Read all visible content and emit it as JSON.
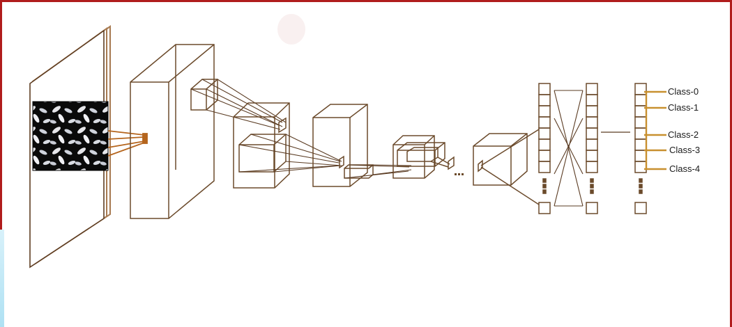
{
  "diagram": {
    "title": "",
    "stroke_color": "#6b4a2b",
    "output_line_color": "#c8902f",
    "kernel_color": "#b5651d",
    "class_labels": [
      "Class-0",
      "Class-1",
      "Class-2",
      "Class-3",
      "Class-4"
    ],
    "components": [
      "input-image-stack",
      "conv-volume-1",
      "pooling-volume-1",
      "conv-volume-2",
      "pooling-volume-2",
      "conv-volume-3",
      "fully-connected-layer-1",
      "fully-connected-layer-2",
      "output-layer"
    ]
  }
}
